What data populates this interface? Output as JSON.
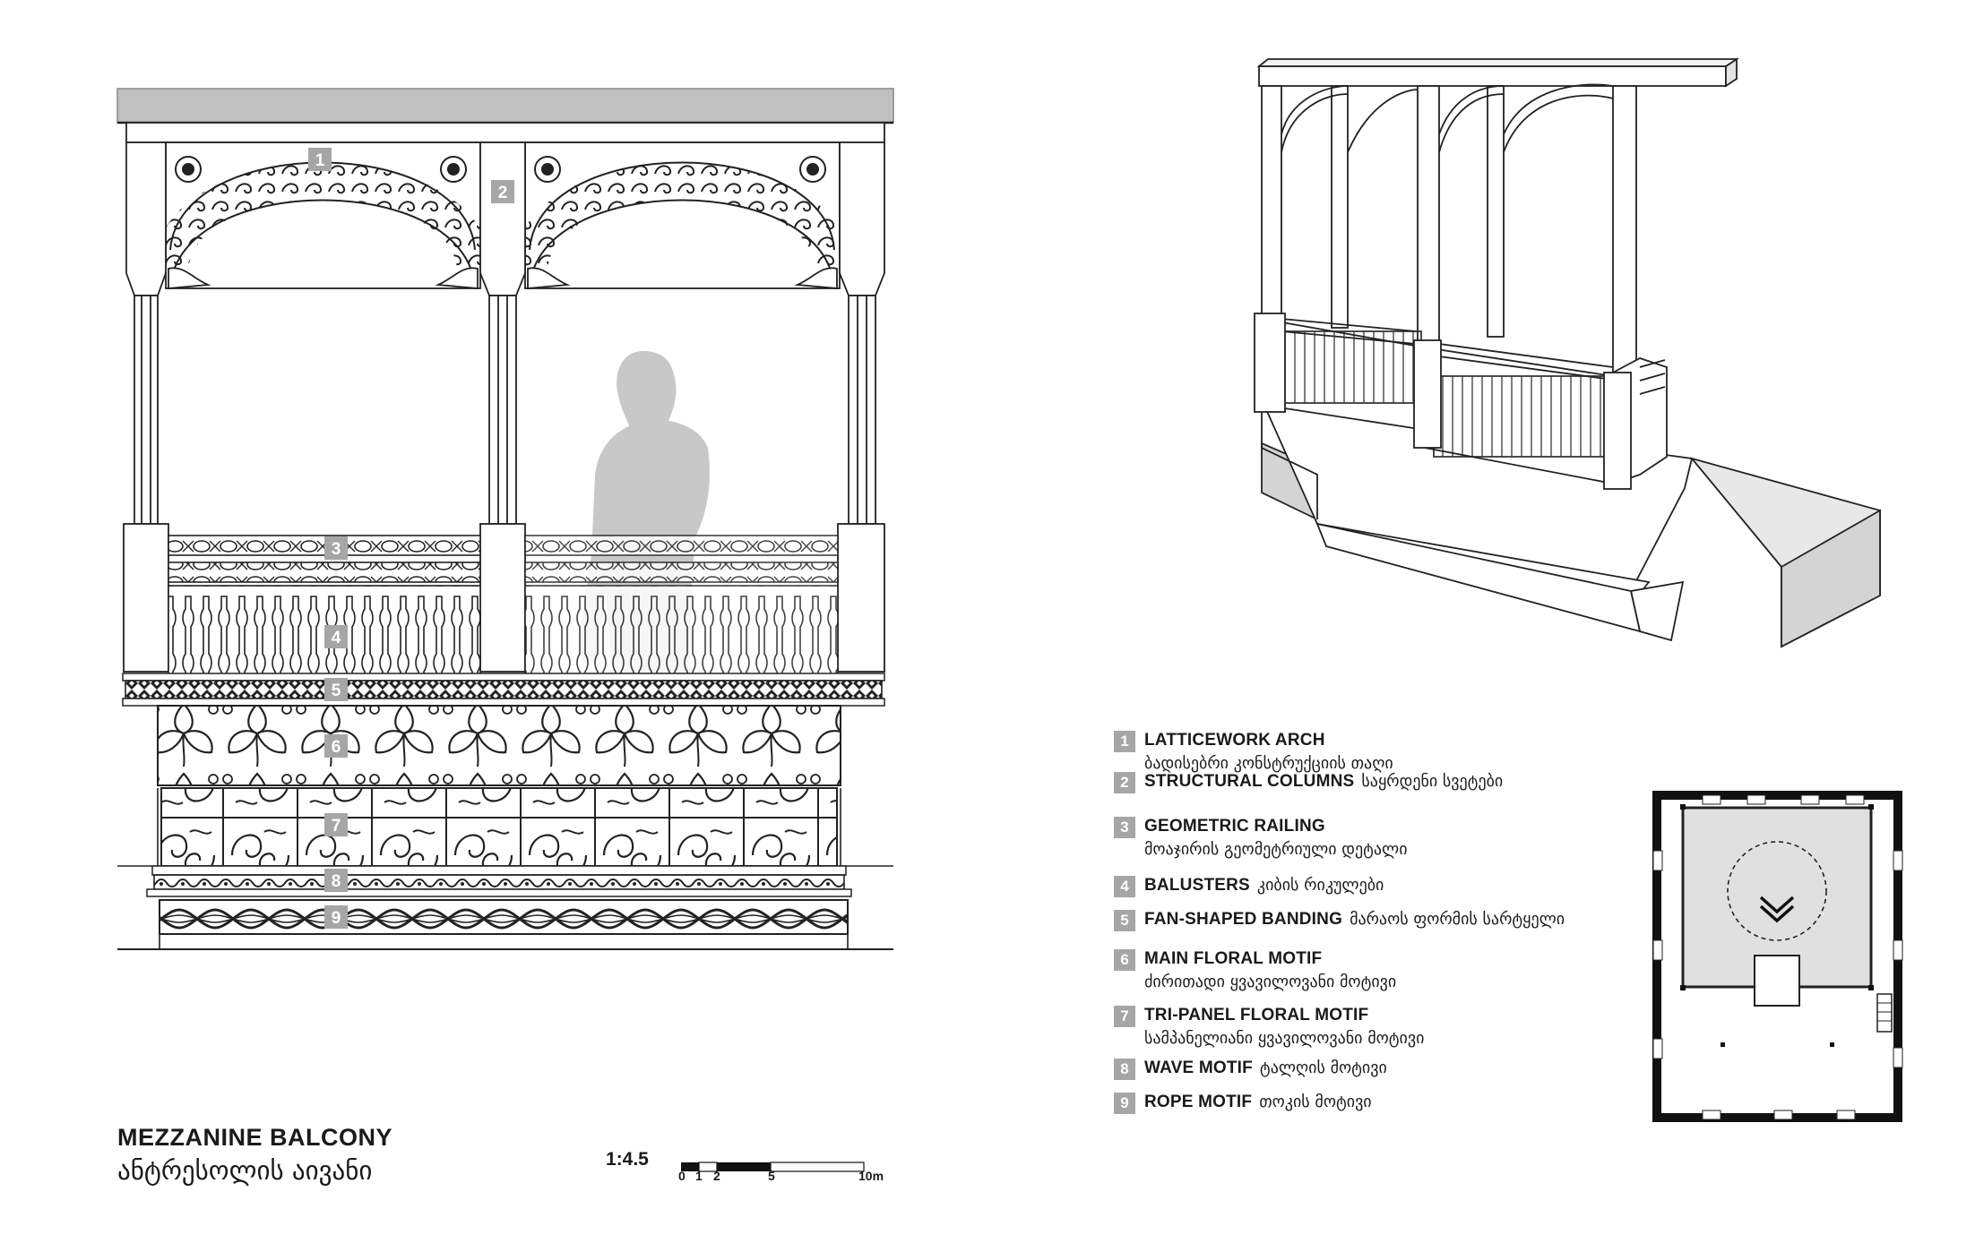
{
  "title": {
    "en": "MEZZANINE BALCONY",
    "ka": "ანტრესოლის აივანი"
  },
  "scale": {
    "ratio": "1:4.5",
    "ticks": [
      "0",
      "1",
      "2",
      "5",
      "10m"
    ]
  },
  "legend": [
    {
      "num": "1",
      "en": "LATTICEWORK ARCH",
      "ka": "ბადისებრი კონსტრუქციის თაღი",
      "ka_inline": false
    },
    {
      "num": "2",
      "en": "STRUCTURAL COLUMNS",
      "ka": "საყრდენი სვეტები",
      "ka_inline": true
    },
    {
      "num": "3",
      "en": "GEOMETRIC RAILING",
      "ka": "მოაჯირის გეომეტრიული დეტალი",
      "ka_inline": false
    },
    {
      "num": "4",
      "en": "BALUSTERS",
      "ka": "კიბის რიკულები",
      "ka_inline": true
    },
    {
      "num": "5",
      "en": "FAN-SHAPED BANDING",
      "ka": "მარაოს ფორმის სარტყელი",
      "ka_inline": true
    },
    {
      "num": "6",
      "en": "MAIN FLORAL MOTIF",
      "ka": "ძირითადი ყვავილოვანი მოტივი",
      "ka_inline": false
    },
    {
      "num": "7",
      "en": "TRI-PANEL FLORAL MOTIF",
      "ka": "სამპანელიანი ყვავილოვანი მოტივი",
      "ka_inline": false
    },
    {
      "num": "8",
      "en": "WAVE MOTIF",
      "ka": "ტალღის მოტივი",
      "ka_inline": true
    },
    {
      "num": "9",
      "en": "ROPE MOTIF",
      "ka": "თოკის მოტივი",
      "ka_inline": true
    }
  ],
  "elevation_markers": [
    "1",
    "2",
    "3",
    "4",
    "5",
    "6",
    "7",
    "8",
    "9"
  ],
  "colors": {
    "marker_gray": "#a6a6a6",
    "silhouette": "#c8c8c8",
    "beam": "#c0c0c0",
    "plan_room": "#e0e0e0"
  }
}
